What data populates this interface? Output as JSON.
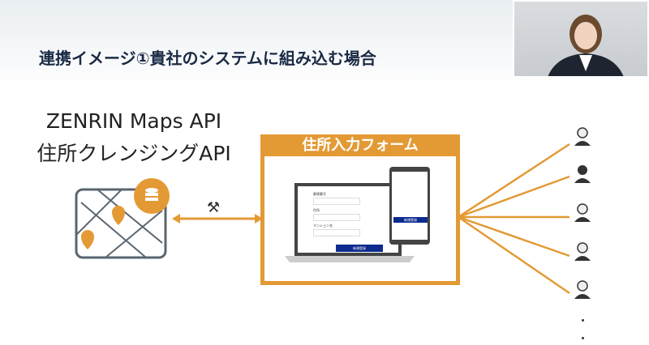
{
  "slide": {
    "title": "連携イメージ①貴社のシステムに組み込む場合",
    "api_line1": "ZENRIN Maps API",
    "api_line2": "住所クレンジングAPI",
    "form_title": "住所入力フォーム"
  },
  "form": {
    "postal_label": "郵便番号",
    "address_label": "住所",
    "building_label": "マンション名",
    "submit_label": "新規登録"
  },
  "colors": {
    "accent": "#e39a35",
    "navy": "#0d2a8f",
    "gray": "#5a6670"
  },
  "icons": [
    "map-icon",
    "database-sync-icon",
    "tools-icon",
    "person-icon"
  ]
}
